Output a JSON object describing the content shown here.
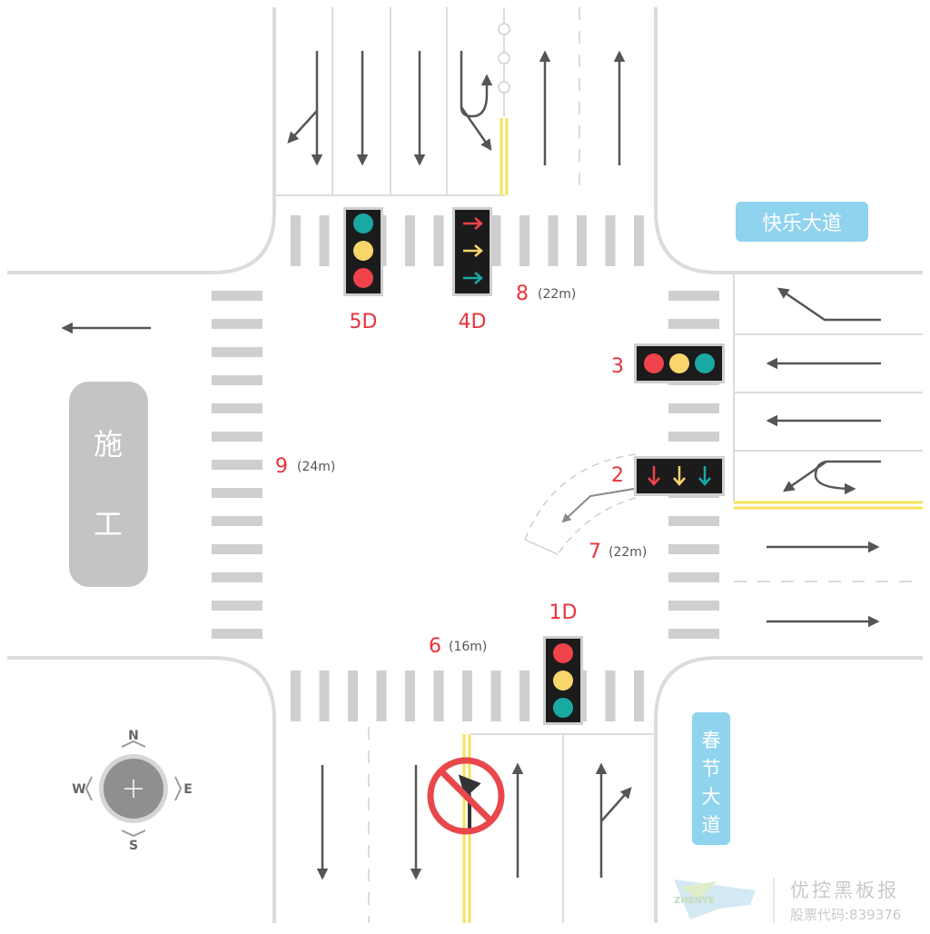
{
  "roads": {
    "east_name": "快乐大道",
    "south_name_chars": [
      "春",
      "节",
      "大",
      "道"
    ]
  },
  "closure": {
    "chars": [
      "施",
      "工"
    ]
  },
  "signals": {
    "north_round": {
      "label": "5D"
    },
    "north_arrow": {
      "label": "4D"
    },
    "east_round": {
      "label": "3"
    },
    "east_arrow": {
      "label": "2"
    },
    "south_round": {
      "label": "1D"
    }
  },
  "crosswalks": {
    "north": {
      "id": "8",
      "length": "(22m)"
    },
    "east": {
      "id": "7",
      "length": "(22m)"
    },
    "south": {
      "id": "6",
      "length": "(16m)"
    },
    "west": {
      "id": "9",
      "length": "(24m)"
    }
  },
  "compass": {
    "n": "N",
    "s": "S",
    "e": "E",
    "w": "W"
  },
  "watermark": {
    "brand": "优控黑板报",
    "stock": "股票代码:839376",
    "logo_text": "ZHENYE"
  },
  "colors": {
    "red": "#f0424a",
    "yellow": "#f8d66c",
    "green": "#19a9a3",
    "label_red": "#e8333c",
    "curb": "#dcdcdc",
    "stripe": "#cfcfcf",
    "arrow": "#555555",
    "median_yellow": "#f7e15a",
    "badge_blue": "#8fd3ee",
    "closure_gray": "#c4c4c4"
  }
}
